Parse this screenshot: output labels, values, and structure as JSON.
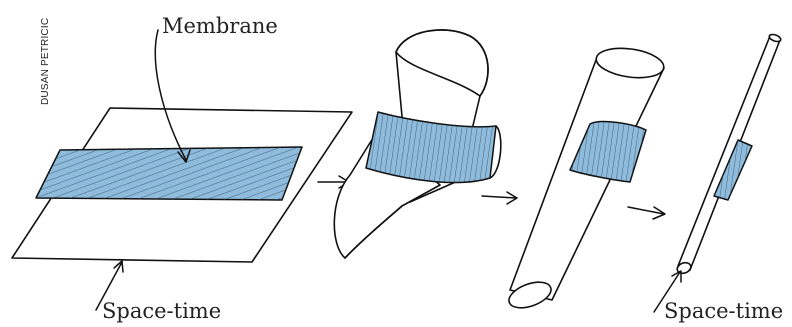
{
  "credit": "DUSAN PETRICIC",
  "labels": {
    "membrane": "Membrane",
    "spacetime_left": "Space-time",
    "spacetime_right": "Space-time"
  },
  "colors": {
    "membrane_fill": "#8fbcdc",
    "ink": "#111111",
    "background": "#ffffff"
  }
}
